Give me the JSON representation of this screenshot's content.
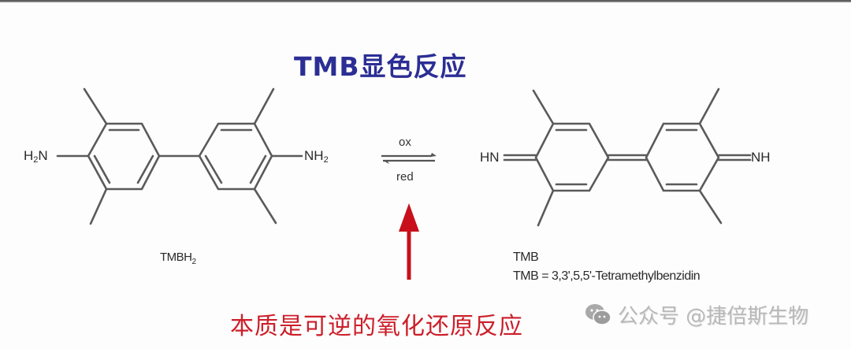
{
  "diagram": {
    "title": "TMB显色反应",
    "reactant": {
      "left_group": "H",
      "left_group_sub": "2",
      "left_group_tail": "N",
      "right_group": "NH",
      "right_group_sub": "2",
      "name": "TMBH",
      "name_sub": "2"
    },
    "equilibrium": {
      "forward_label": "ox",
      "reverse_label": "red"
    },
    "product": {
      "left_group": "HN",
      "right_group": "NH",
      "name": "TMB",
      "full_name": "TMB = 3,3',5,5'-Tetramethylbenzidin"
    },
    "caption": "本质是可逆的氧化还原反应",
    "watermark": {
      "icon": "wechat-icon",
      "text": "公众号 @捷倍斯生物"
    },
    "colors": {
      "title": "#2b2e94",
      "caption": "#cc1f2a",
      "arrow": "#c8101c",
      "bonds": "#555555",
      "background": "#fdfdfd"
    }
  }
}
